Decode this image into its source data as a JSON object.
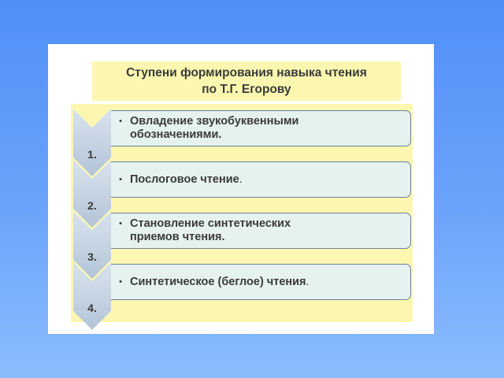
{
  "title": {
    "line1": "Ступени формирования навыка чтения",
    "line2": "по Т.Г. Егорову"
  },
  "steps": [
    {
      "number": "1.",
      "text_line1": "Овладение звукобуквенными",
      "text_line2": "обозначениями.",
      "suffix": ""
    },
    {
      "number": "2.",
      "text_line1": "Послоговое чтение",
      "text_line2": "",
      "suffix": "."
    },
    {
      "number": "3.",
      "text_line1": "Становление синтетических",
      "text_line2": "приемов чтения.",
      "suffix": ""
    },
    {
      "number": "4.",
      "text_line1": "Синтетическое (беглое) чтения",
      "text_line2": "",
      "suffix": "."
    }
  ],
  "bullet": "•",
  "colors": {
    "background": "#5b97f8",
    "panel": "#fbf7b0",
    "step_box": "#e6f2f0",
    "chevron": "#c3d1e2"
  }
}
